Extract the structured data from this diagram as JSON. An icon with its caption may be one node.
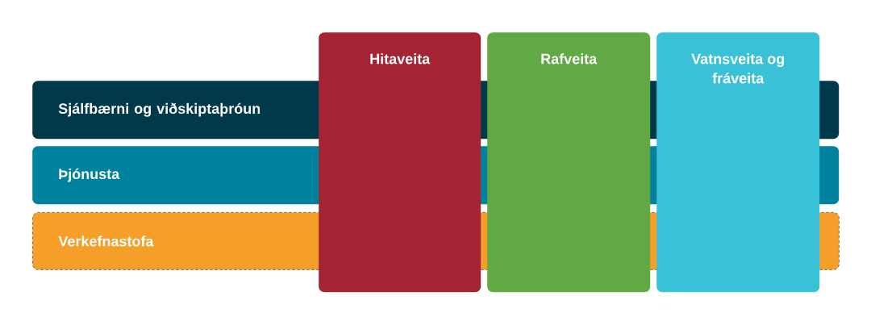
{
  "diagram": {
    "nodes": [
      {
        "text": [
          "Sjálfbærni og viðskiptaþróun"
        ]
      },
      {
        "text": [
          "Þjónusta"
        ]
      },
      {
        "text": [
          "Verkefnastofa"
        ]
      },
      {
        "text": [
          "Hitaveita"
        ]
      },
      {
        "text": [
          "Rafveita"
        ]
      },
      {
        "text": [
          "Vatnsveita og fráveita"
        ]
      }
    ]
  }
}
